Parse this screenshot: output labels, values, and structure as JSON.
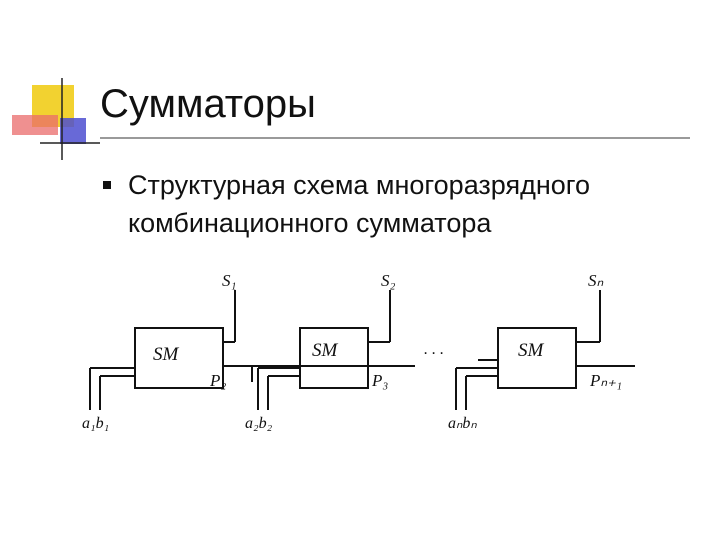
{
  "colors": {
    "accent_yellow": "#f2d230",
    "accent_red": "#e96b6b",
    "accent_blue": "#4d4fd0",
    "rule_gray": "#9a9a9a"
  },
  "slide": {
    "title": "Сумматоры",
    "bullet_icon": "square-bullet-icon",
    "bullet_text": "Структурная схема многоразрядного комбинационного сумматора"
  },
  "diagram": {
    "blocks": [
      {
        "label": "SM",
        "sum_output": "S₁",
        "carry_output": "P₂",
        "inputs": "a₁b₁"
      },
      {
        "label": "SM",
        "sum_output": "S₂",
        "carry_output": "P₃",
        "inputs": "a₂b₂"
      },
      {
        "label": "SM",
        "sum_output": "Sₙ",
        "carry_output": "Pₙ₊₁",
        "inputs": "aₙbₙ"
      }
    ],
    "ellipsis": ". . ."
  }
}
